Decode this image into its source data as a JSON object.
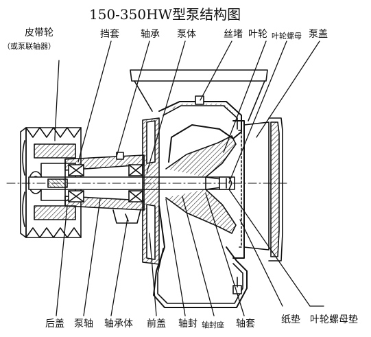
{
  "title": "150-350HW型泵结构图",
  "labels": {
    "pulley": "皮带轮",
    "pulley_note": "（或泵联轴器）",
    "sleeve": "挡套",
    "bearing": "轴承",
    "pump_body": "泵体",
    "plug": "丝堵",
    "impeller": "叶轮",
    "impeller_nut": "叶轮螺母",
    "pump_cover": "泵盖",
    "rear_cover": "后盖",
    "pump_shaft": "泵轴",
    "bearing_body": "轴承体",
    "front_cover": "前盖",
    "shaft_seal": "轴封",
    "seal_seat": "轴封座",
    "shaft_sleeve": "轴套",
    "gasket": "纸垫",
    "nut_gasket": "叶轮螺母垫"
  },
  "style": {
    "line_color": "#111111",
    "background": "#ffffff",
    "hatch_color": "#222222"
  }
}
